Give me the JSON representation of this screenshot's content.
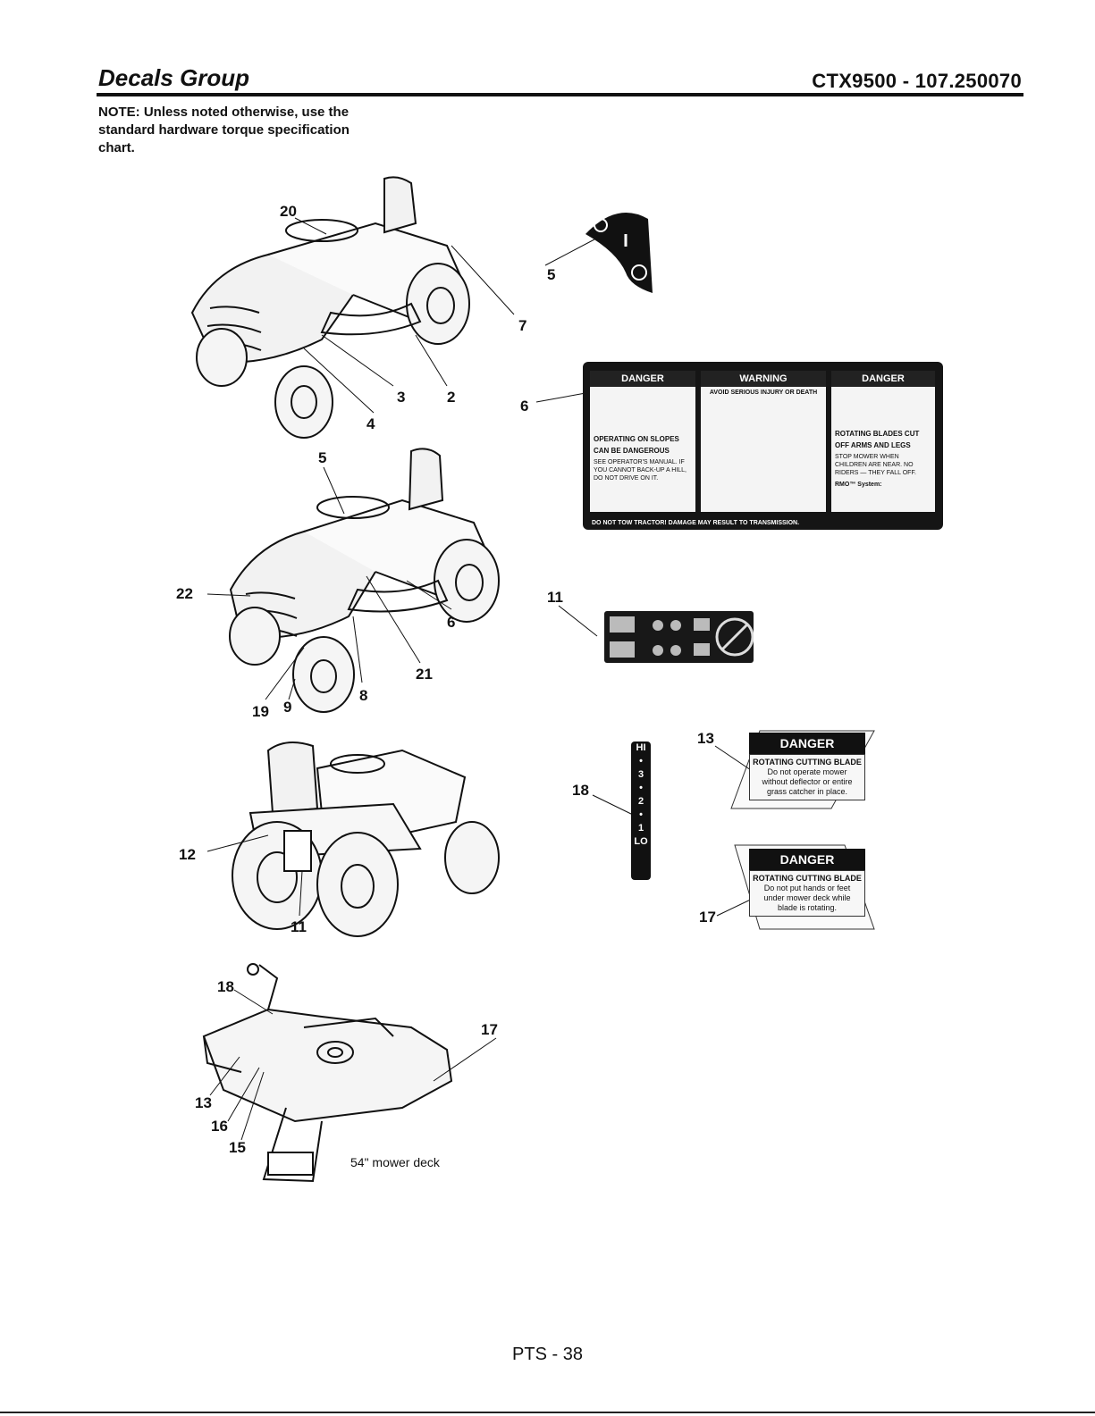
{
  "header": {
    "title": "Decals Group",
    "model": "CTX9500 - 107.250070"
  },
  "note": "NOTE: Unless noted otherwise, use the standard hardware torque specification chart.",
  "callouts": {
    "c20": "20",
    "c7": "7",
    "c3": "3",
    "c2": "2",
    "c4": "4",
    "c5a": "5",
    "c6a": "6",
    "c5b": "5",
    "c22": "22",
    "c6b": "6",
    "c21": "21",
    "c8": "8",
    "c19": "19",
    "c9": "9",
    "c11a": "11",
    "c12": "12",
    "c11b": "11",
    "c13a": "13",
    "c18a": "18",
    "c17a": "17",
    "c18b": "18",
    "c17b": "17",
    "c13b": "13",
    "c16": "16",
    "c15": "15"
  },
  "deck_caption": "54\" mower deck",
  "decal_6": {
    "danger_left": "DANGER",
    "left_text_1": "OPERATING ON SLOPES",
    "left_text_2": "CAN BE DANGEROUS",
    "left_text_3": "SEE OPERATOR'S MANUAL. IF YOU CANNOT BACK-UP A HILL, DO NOT DRIVE ON IT.",
    "warning": "WARNING",
    "warning_sub": "AVOID SERIOUS INJURY OR DEATH",
    "danger_right": "DANGER",
    "right_text_1": "ROTATING BLADES CUT",
    "right_text_2": "OFF ARMS AND LEGS",
    "right_text_3": "STOP MOWER WHEN CHILDREN ARE NEAR. NO RIDERS — THEY FALL OFF.",
    "rmo": "RMO™ System:",
    "footer": "DO NOT TOW TRACTOR! DAMAGE MAY RESULT TO TRANSMISSION."
  },
  "decal_13": {
    "head": "DANGER",
    "line1": "ROTATING CUTTING BLADE",
    "line2": "Do not operate mower",
    "line3": "without deflector or entire",
    "line4": "grass catcher in place."
  },
  "decal_17": {
    "head": "DANGER",
    "line1": "ROTATING CUTTING BLADE",
    "line2": "Do not put hands or feet",
    "line3": "under mower deck while",
    "line4": "blade is rotating."
  },
  "decal_18": [
    "HI",
    "•",
    "3",
    "•",
    "2",
    "•",
    "1",
    "LO"
  ],
  "footer": {
    "page": "PTS - 38"
  }
}
